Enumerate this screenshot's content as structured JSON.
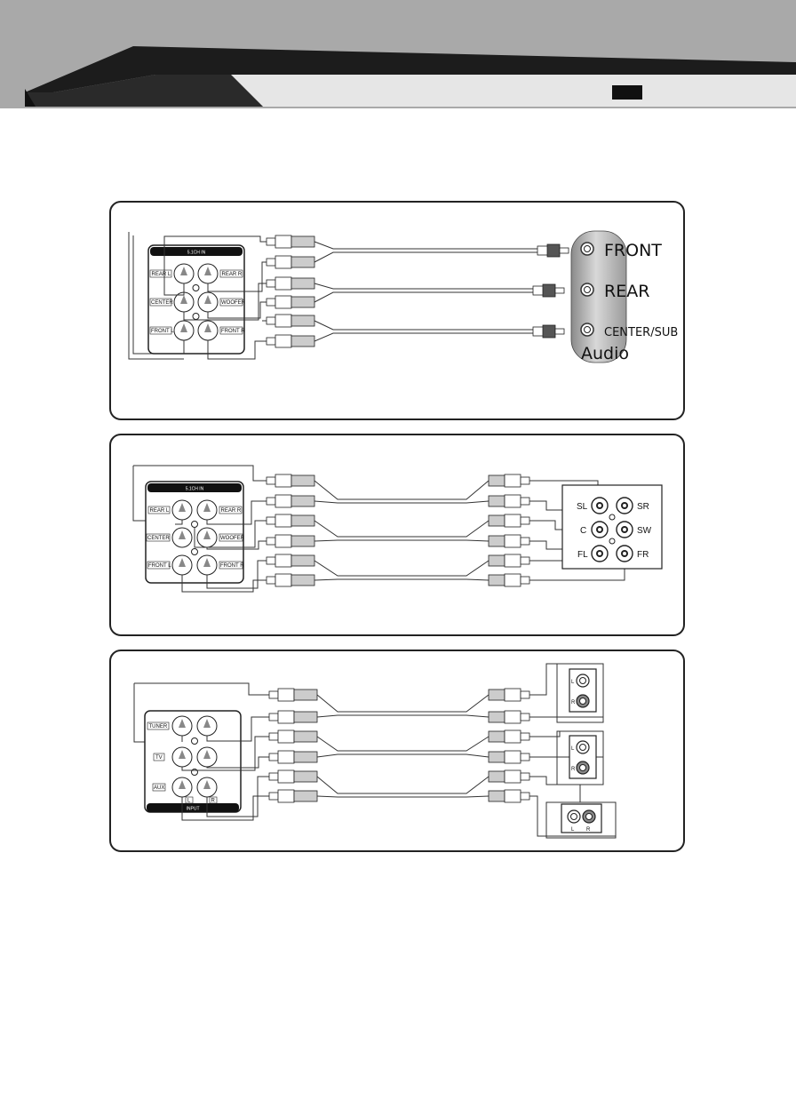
{
  "colors": {
    "header_dark": "#a7a7a7",
    "header_light": "#e6e6e6",
    "band": "#111111",
    "frame": "#222222"
  },
  "panel1": {
    "device_header": "5.1CH IN",
    "jacks": [
      "REAR L",
      "REAR R",
      "CENTER",
      "WOOFER",
      "FRONT L",
      "FRONT R"
    ],
    "audio_labels": [
      "FRONT",
      "REAR",
      "CENTER/SUB"
    ],
    "audio_title": "Audio"
  },
  "panel2": {
    "device_header": "5.1CH IN",
    "jacks": [
      "REAR L",
      "REAR R",
      "CENTER",
      "WOOFER",
      "FRONT L",
      "FRONT R"
    ],
    "amp_labels": [
      "SL",
      "SR",
      "C",
      "SW",
      "FL",
      "FR"
    ]
  },
  "panel3": {
    "inputs": [
      "TUNER",
      "TV",
      "AUX"
    ],
    "lr": [
      "L",
      "R"
    ],
    "footer": "INPUT",
    "source_labels": [
      "L",
      "R",
      "L",
      "R",
      "L",
      "R"
    ]
  }
}
